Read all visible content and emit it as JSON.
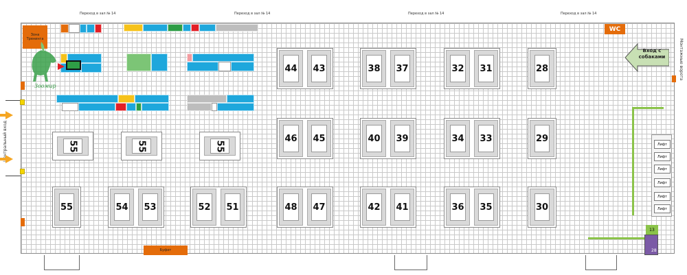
{
  "labels": {
    "passage": "Переход в зал № 14",
    "wc": "WC",
    "entry_dogs": "Вход с собаками",
    "mount_gate": "Монтажные ворота",
    "central_entry": "Центральный вход",
    "zone_training": "Зона Тренинга",
    "brand": "Зоомир",
    "lift": "Лифт",
    "small_box": "Буфет",
    "tag_13": "13",
    "tag_28": "28"
  },
  "rings": {
    "r44": "44",
    "r43": "43",
    "r38": "38",
    "r37": "37",
    "r32": "32",
    "r31": "31",
    "r28": "28",
    "r46": "46",
    "r45": "45",
    "r40": "40",
    "r39": "39",
    "r34": "34",
    "r33": "33",
    "r29": "29",
    "r48": "48",
    "r47": "47",
    "r42": "42",
    "r41": "41",
    "r36": "36",
    "r35": "35",
    "r30": "30",
    "r55a": "55",
    "r54": "54",
    "r53": "53",
    "r52": "52",
    "r51": "51",
    "r55b": "55",
    "r55c": "55",
    "r55d": "55"
  },
  "colors": {
    "blue": "#1ea7dc",
    "yellow": "#f6c21a",
    "red": "#e21f26",
    "green": "#2e9d46",
    "grey": "#bdbdbd",
    "orange": "#e46c0a",
    "purple": "#7b5aa6",
    "light_green": "#8bc34a"
  }
}
